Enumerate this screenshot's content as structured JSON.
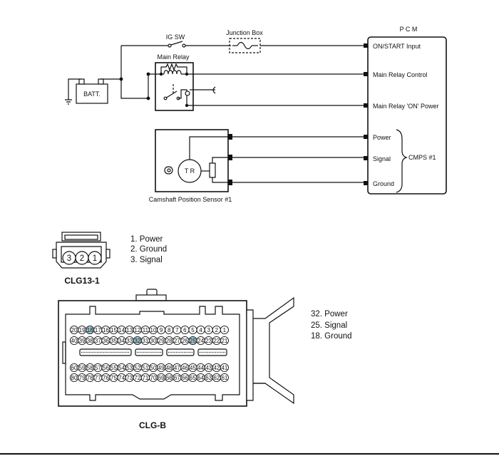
{
  "circuit": {
    "batt": "BATT.",
    "ig_sw": "IG SW",
    "junction_box": "Junction Box",
    "main_relay": "Main Relay",
    "sensor_label": "Camshaft Position Sensor #1",
    "sensor_inner": "T R",
    "pcm_title": "P C M",
    "pcm_pins": [
      "ON/START Input",
      "Main Relay Control",
      "Main Relay 'ON' Power",
      "Power",
      "Signal",
      "Ground"
    ],
    "cmps": "CMPS #1"
  },
  "clg13": {
    "name": "CLG13-1",
    "pins": [
      "3",
      "2",
      "1"
    ],
    "legend": [
      "1. Power",
      "2. Ground",
      "3. Signal"
    ]
  },
  "clgb": {
    "name": "CLG-B",
    "row1": [
      "20",
      "19",
      "18",
      "17",
      "16",
      "15",
      "14",
      "13",
      "12",
      "11",
      "10",
      "9",
      "8",
      "7",
      "6",
      "5",
      "4",
      "3",
      "2",
      "1"
    ],
    "row2": [
      "40",
      "39",
      "38",
      "37",
      "36",
      "35",
      "34",
      "33",
      "32",
      "31",
      "30",
      "29",
      "28",
      "27",
      "26",
      "25",
      "24",
      "23",
      "22",
      "21"
    ],
    "row3": [
      "60",
      "59",
      "58",
      "57",
      "56",
      "55",
      "54",
      "53",
      "52",
      "51",
      "50",
      "49",
      "48",
      "47",
      "46",
      "45",
      "44",
      "43",
      "42",
      "41"
    ],
    "row4": [
      "80",
      "79",
      "78",
      "77",
      "76",
      "75",
      "74",
      "73",
      "72",
      "71",
      "70",
      "69",
      "68",
      "67",
      "66",
      "65",
      "64",
      "63",
      "62",
      "61"
    ],
    "highlight_pins": [
      "18",
      "32",
      "25"
    ],
    "highlight_color": "#9fc6cf",
    "legend": [
      "32. Power",
      "25. Signal",
      "18. Ground"
    ]
  }
}
